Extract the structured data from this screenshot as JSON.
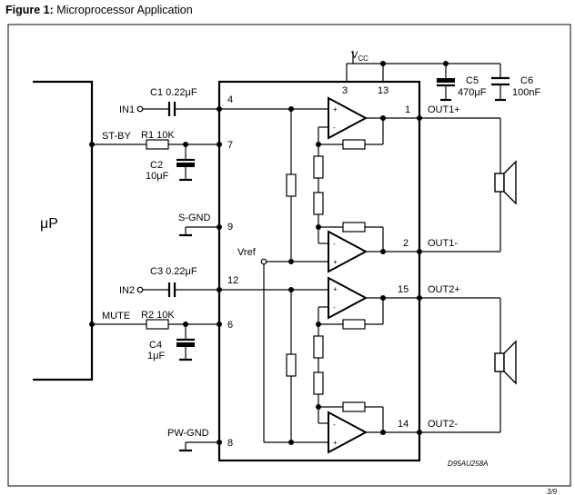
{
  "caption": {
    "label": "Figure 1:",
    "text": "Microprocessor Application"
  },
  "components": {
    "mcu": "μP",
    "vcc": "V",
    "vcc_sub": "CC",
    "c1": "C1 0.22μF",
    "c2_name": "C2",
    "c2_value": "10μF",
    "c3": "C3 0.22μF",
    "c4_name": "C4",
    "c4_value": "1μF",
    "c5_name": "C5",
    "c5_value": "470μF",
    "c6_name": "C6",
    "c6_value": "100nF",
    "r1": "R1 10K",
    "r2": "R2 10K"
  },
  "signals": {
    "in1": "IN1",
    "st_by": "ST-BY",
    "s_gnd": "S-GND",
    "vref": "Vref",
    "in2": "IN2",
    "mute": "MUTE",
    "pw_gnd": "PW-GND",
    "out1p": "OUT1+",
    "out1m": "OUT1-",
    "out2p": "OUT2+",
    "out2m": "OUT2-"
  },
  "pins": {
    "p4": "4",
    "p7": "7",
    "p9": "9",
    "p12": "12",
    "p6": "6",
    "p8": "8",
    "p3": "3",
    "p13": "13",
    "p1": "1",
    "p2": "2",
    "p15": "15",
    "p14": "14"
  },
  "amp_inputs": {
    "plus": "+",
    "minus": "-"
  },
  "drawing_code": "D95AU258A",
  "page_mark": "3/9"
}
